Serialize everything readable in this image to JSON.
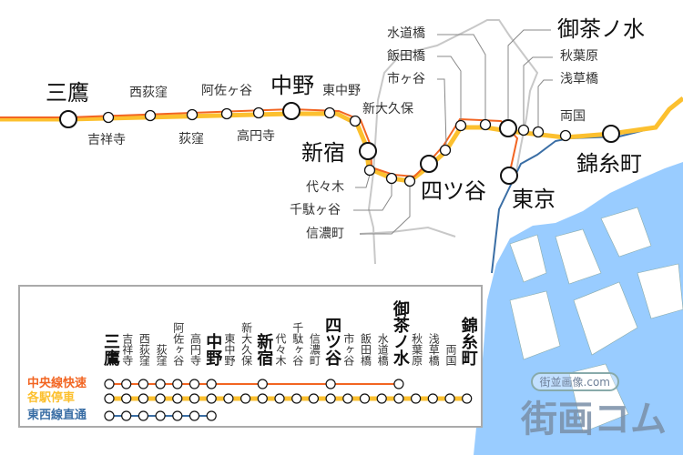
{
  "colors": {
    "rapid": "#f26522",
    "local": "#fcc02f",
    "tozai": "#3a6ea5",
    "water": "#99ccff",
    "boundary": "#c8c8c8"
  },
  "stations": [
    {
      "name": "三鷹",
      "major": true
    },
    {
      "name": "吉祥寺",
      "major": false
    },
    {
      "name": "西荻窪",
      "major": false
    },
    {
      "name": "荻窪",
      "major": false
    },
    {
      "name": "阿佐ヶ谷",
      "major": false
    },
    {
      "name": "高円寺",
      "major": false
    },
    {
      "name": "中野",
      "major": true
    },
    {
      "name": "東中野",
      "major": false
    },
    {
      "name": "新大久保",
      "major": false
    },
    {
      "name": "新宿",
      "major": true
    },
    {
      "name": "代々木",
      "major": false
    },
    {
      "name": "千駄ヶ谷",
      "major": false
    },
    {
      "name": "信濃町",
      "major": false
    },
    {
      "name": "四ツ谷",
      "major": true
    },
    {
      "name": "市ヶ谷",
      "major": false
    },
    {
      "name": "飯田橋",
      "major": false
    },
    {
      "name": "水道橋",
      "major": false
    },
    {
      "name": "御茶ノ水",
      "major": true
    },
    {
      "name": "秋葉原",
      "major": false
    },
    {
      "name": "浅草橋",
      "major": false
    },
    {
      "name": "両国",
      "major": false
    },
    {
      "name": "錦糸町",
      "major": true
    }
  ],
  "map_only_station": {
    "name": "東京",
    "major": true
  },
  "legend": {
    "lines": [
      {
        "name": "中央線快速",
        "stops": [
          0,
          1,
          2,
          3,
          4,
          5,
          6,
          9,
          13,
          17
        ]
      },
      {
        "name": "各駅停車",
        "stops": [
          0,
          1,
          2,
          3,
          4,
          5,
          6,
          7,
          8,
          9,
          10,
          11,
          12,
          13,
          14,
          15,
          16,
          17,
          18,
          19,
          20,
          21
        ]
      },
      {
        "name": "東西線直通",
        "stops": [
          0,
          1,
          2,
          3,
          4,
          5,
          6
        ]
      }
    ]
  },
  "watermark": {
    "main": "街画コム",
    "site": "街並画像.com"
  }
}
